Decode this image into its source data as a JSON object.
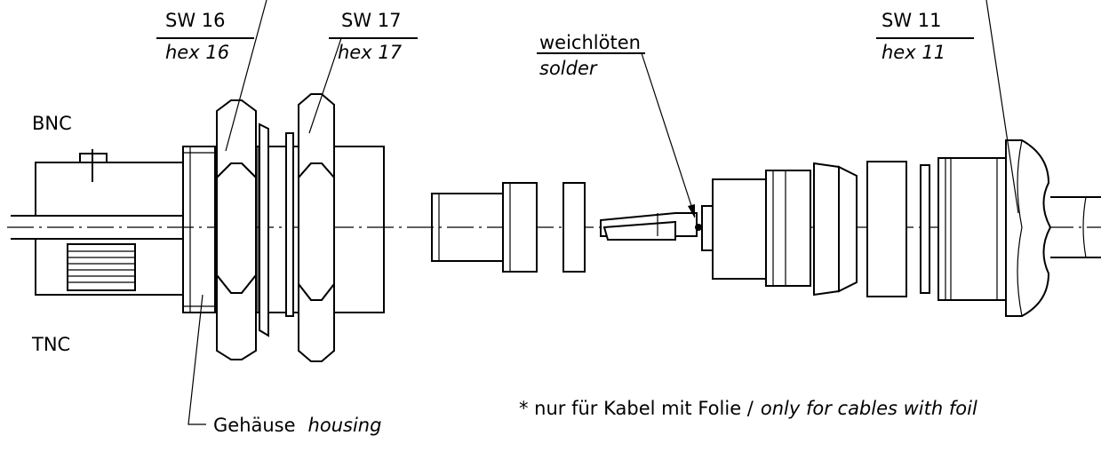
{
  "labels": {
    "sw16": "SW 16",
    "hex16": "hex 16",
    "sw17": "SW 17",
    "hex17": "hex 17",
    "sw11": "SW 11",
    "hex11": "hex 11",
    "solder_de": "weichlöten",
    "solder_en": "solder",
    "bnc": "BNC",
    "tnc": "TNC",
    "note_de": "* nur für Kabel mit Folie /",
    "note_en": "only for cables with foil",
    "housing_de": "Gehäuse",
    "housing_en": "housing"
  }
}
